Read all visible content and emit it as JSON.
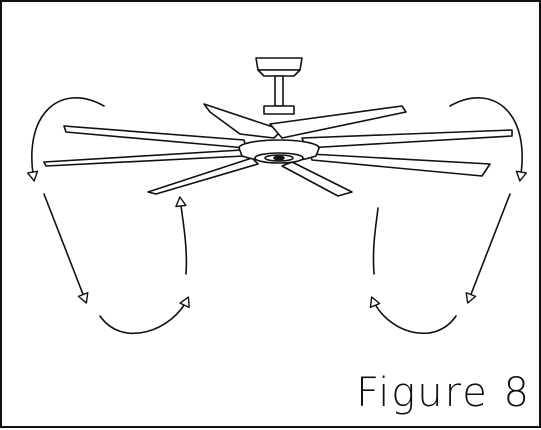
{
  "figure": {
    "label": "Figure 8"
  },
  "colors": {
    "line": "#111111",
    "background": "#ffffff"
  },
  "diagram": {
    "subject": "ceiling-fan-with-eight-blades",
    "arrows": [
      "airflow-arrow-left",
      "airflow-arrow-right"
    ]
  }
}
